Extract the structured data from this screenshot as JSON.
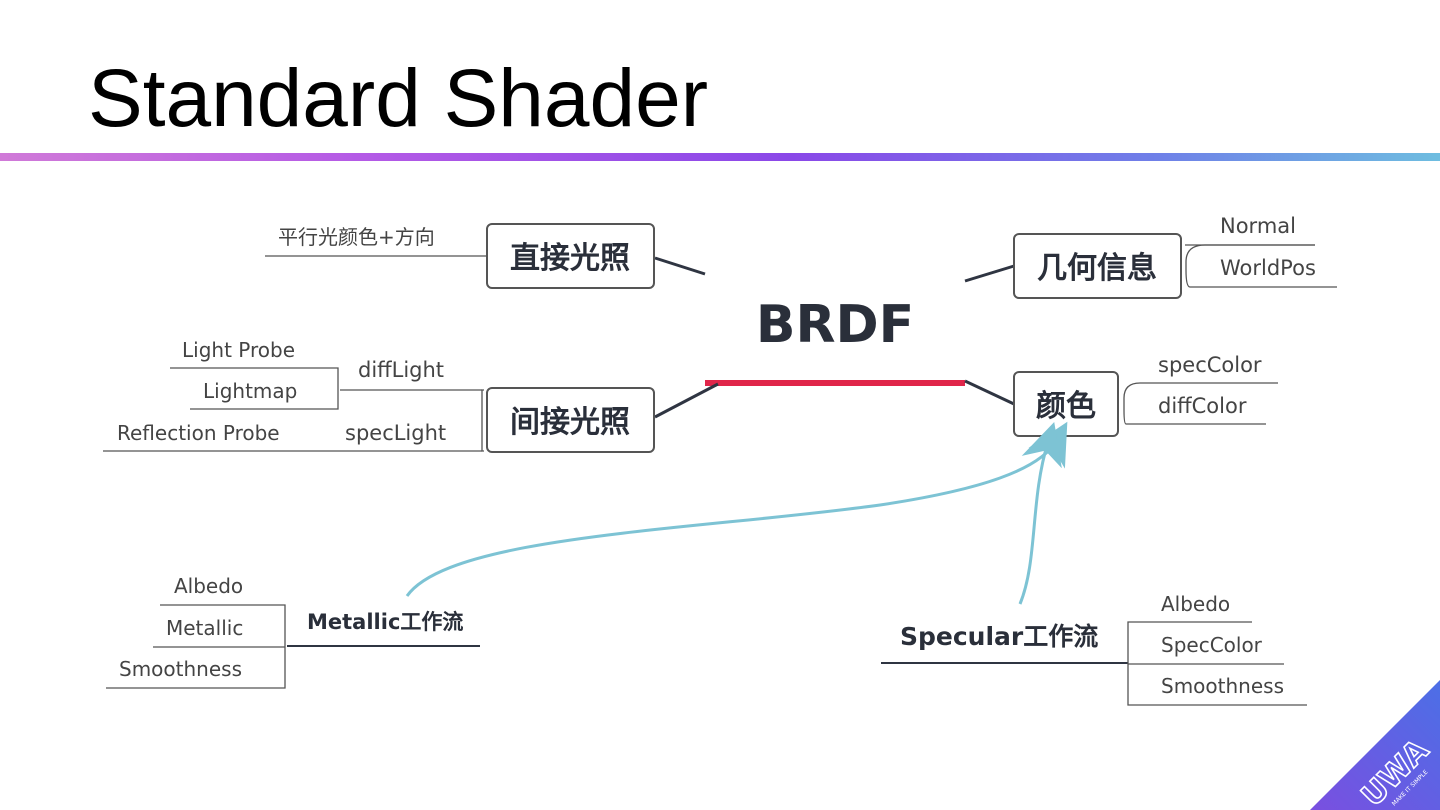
{
  "slide": {
    "title": "Standard Shader"
  },
  "diagram": {
    "center": "BRDF",
    "direct_light": {
      "label": "直接光照",
      "children": [
        "平行光颜色+方向"
      ]
    },
    "indirect_light": {
      "label": "间接光照",
      "diff": "diffLight",
      "spec": "specLight",
      "diff_children": [
        "Light Probe",
        "Lightmap"
      ],
      "spec_children": [
        "Reflection Probe"
      ]
    },
    "geometry": {
      "label": "几何信息",
      "children": [
        "Normal",
        "WorldPos"
      ]
    },
    "color": {
      "label": "颜色",
      "children": [
        "specColor",
        "diffColor"
      ]
    },
    "metallic_workflow": {
      "label": "Metallic工作流",
      "children": [
        "Albedo",
        "Metallic",
        "Smoothness"
      ]
    },
    "specular_workflow": {
      "label": "Specular工作流",
      "children": [
        "Albedo",
        "SpecColor",
        "Smoothness"
      ]
    }
  },
  "colors": {
    "line": "#2f3542",
    "accent_red": "#e0264a",
    "arrow": "#7dc3d4"
  },
  "logo": {
    "text": "UWA",
    "tagline": "MAKE IT SIMPLE"
  }
}
